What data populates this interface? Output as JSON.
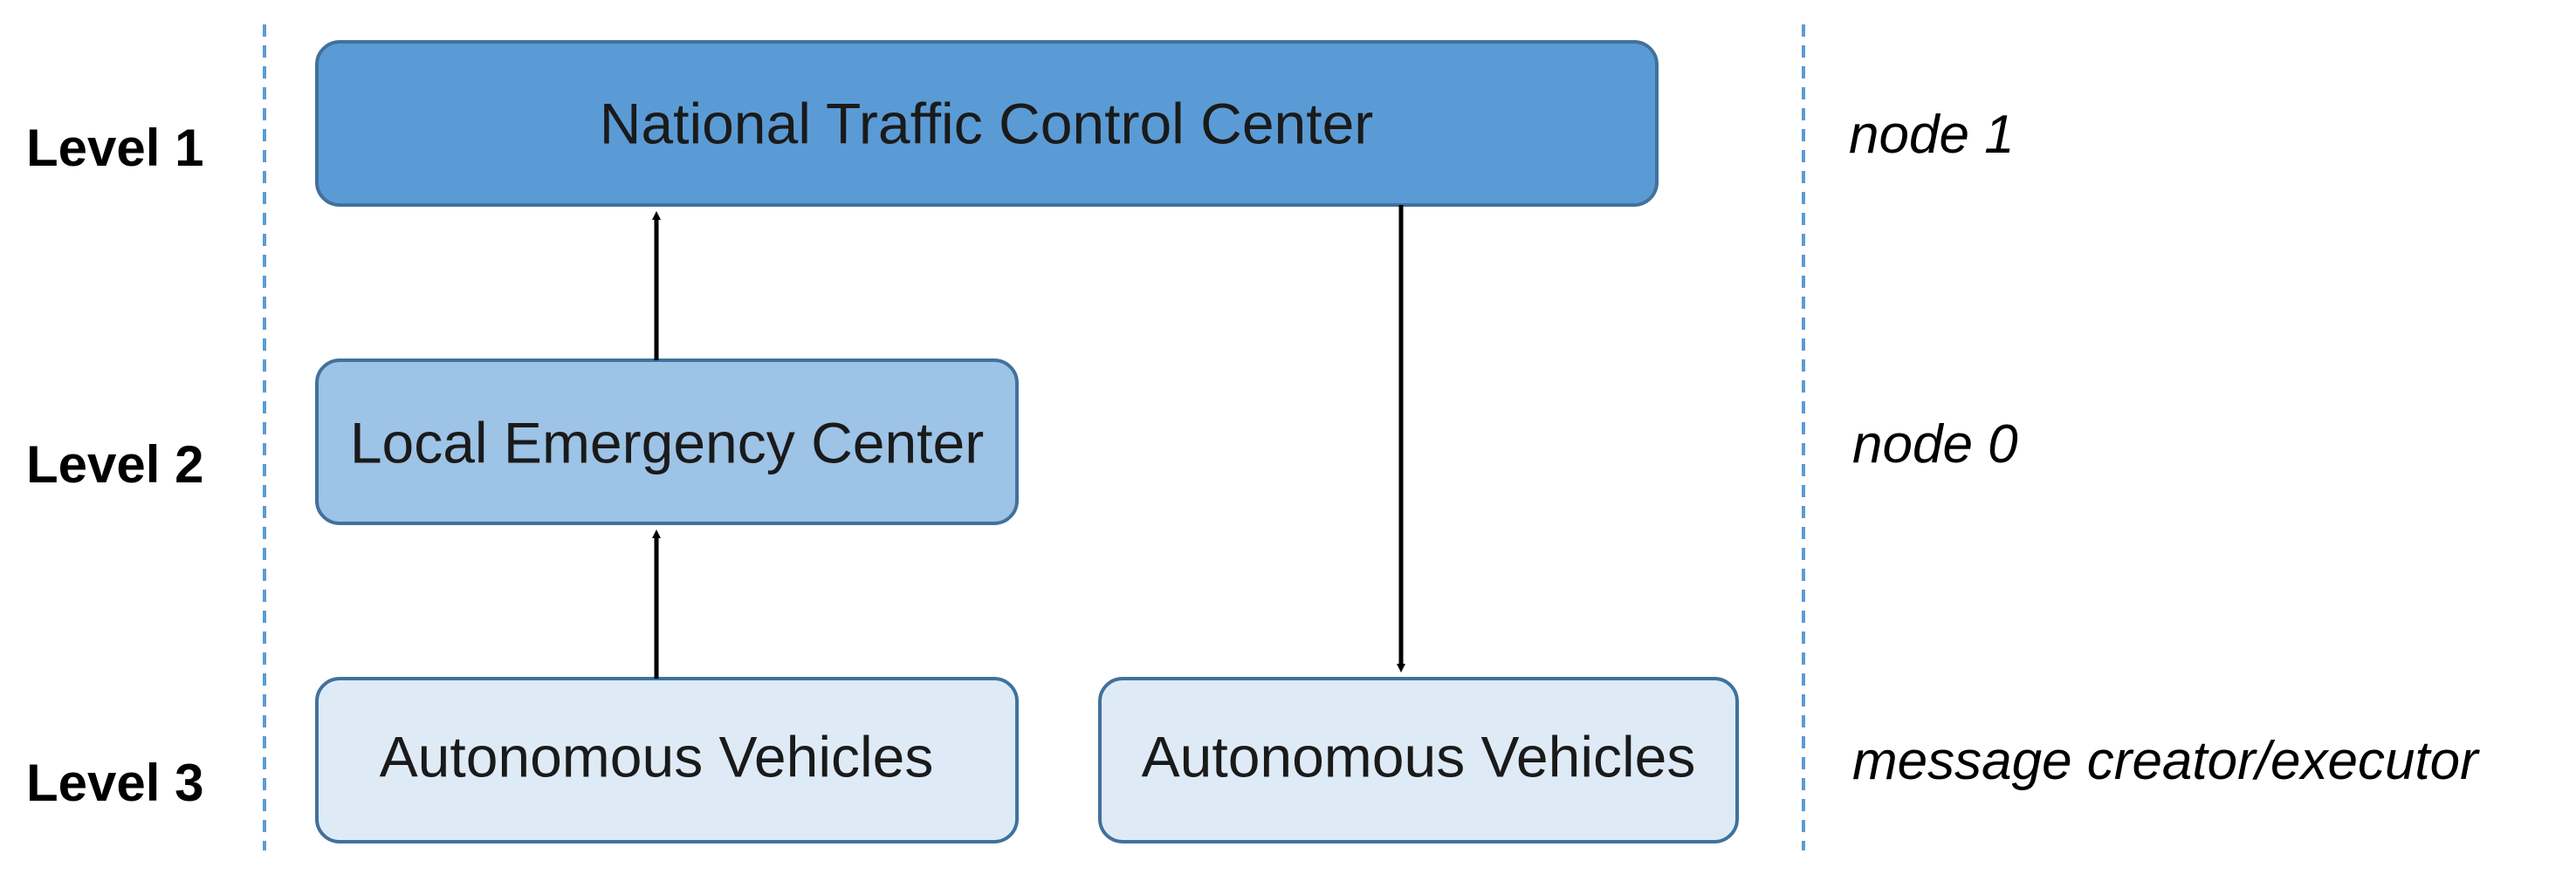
{
  "colors": {
    "level1_fill": "#5b9bd5",
    "level1_stroke": "#41719c",
    "level2_fill": "#9dc3e6",
    "level2_stroke": "#41719c",
    "level3_fill": "#deebf7",
    "level3_stroke": "#41719c",
    "divider": "#5b9bd5",
    "arrow": "#000000"
  },
  "levels": [
    {
      "label": "Level 1"
    },
    {
      "label": "Level 2"
    },
    {
      "label": "Level 3"
    }
  ],
  "boxes": {
    "national": "National Traffic Control Center",
    "local": "Local Emergency Center",
    "vehicles_left": "Autonomous Vehicles",
    "vehicles_right": "Autonomous Vehicles"
  },
  "roles": [
    {
      "label": "node 1"
    },
    {
      "label": "node 0"
    },
    {
      "label": "message creator/executor"
    }
  ]
}
